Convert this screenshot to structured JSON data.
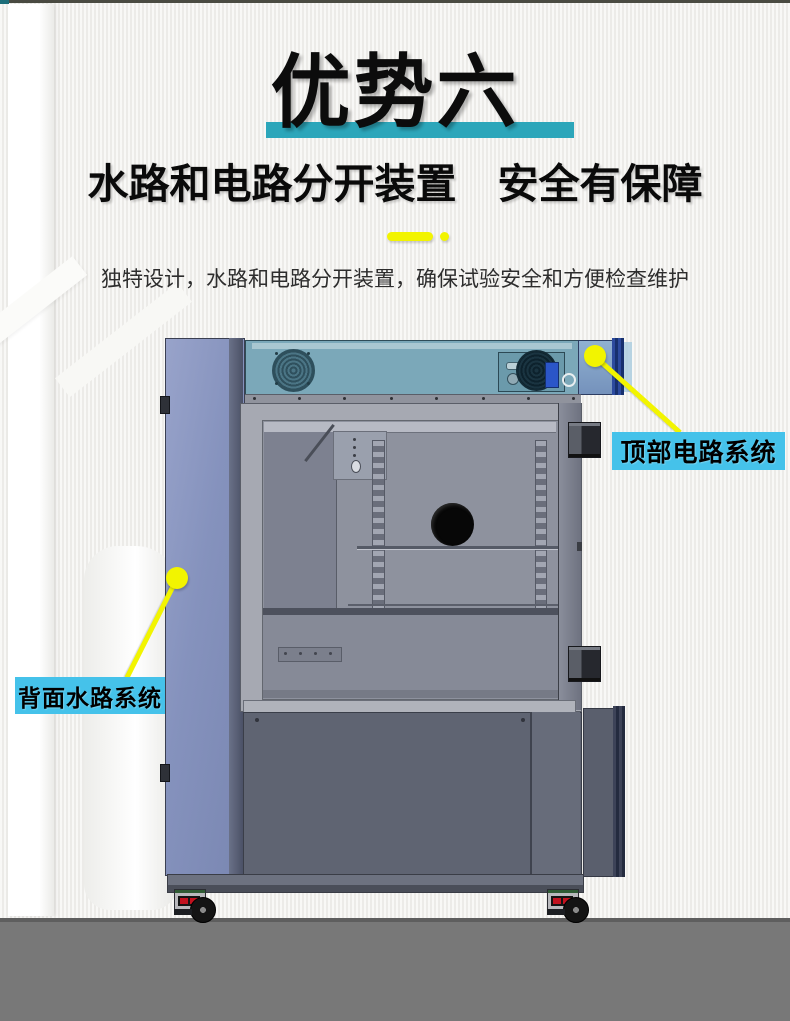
{
  "title": {
    "text": "优势六"
  },
  "subtitle": {
    "text": "水路和电路分开装置　安全有保障"
  },
  "description": {
    "text": "独特设计，水路和电路分开装置，确保试验安全和方便检查维护"
  },
  "callouts": {
    "top_circuit": {
      "label": "顶部电路系统"
    },
    "back_water": {
      "label": "背面水路系统"
    }
  },
  "colors": {
    "title_text": "#0c0c0c",
    "title_underline_teal": "#2ca6ba",
    "divider_yellow": "#f2f400",
    "leader_yellow": "#f2f400",
    "callout_background_cyan": "#45c2ea",
    "callout_text": "#000000",
    "wall_background": "#f2f1ee",
    "floor_gray": "#787878",
    "machine_back_panel_blue": "#8592bd",
    "machine_top_unit_teal": "#7ba8b9",
    "machine_chamber_gray": "#a6a9b2",
    "machine_lower_cabinet_gray": "#5f6472",
    "caster_label_red": "#c1121f"
  }
}
